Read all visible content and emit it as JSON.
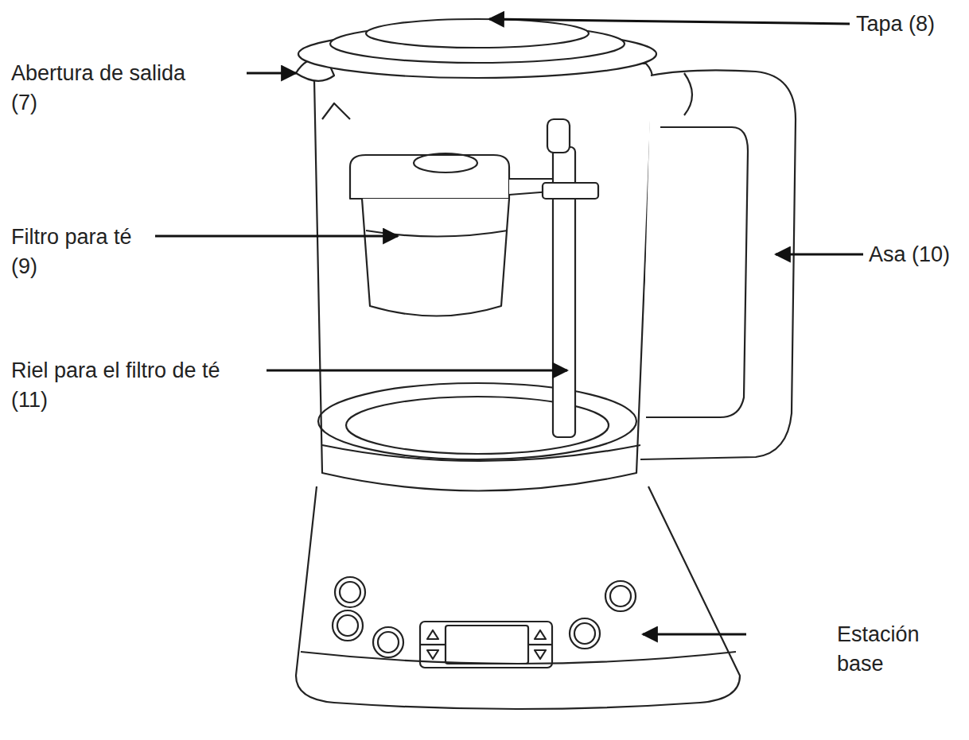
{
  "diagram": {
    "labels": [
      "Tapa (8)",
      "Abertura de salida (7)",
      "Filtro para té (9)",
      "Asa (10)",
      "Riel para el filtro de té (11)",
      "Estación base"
    ]
  }
}
